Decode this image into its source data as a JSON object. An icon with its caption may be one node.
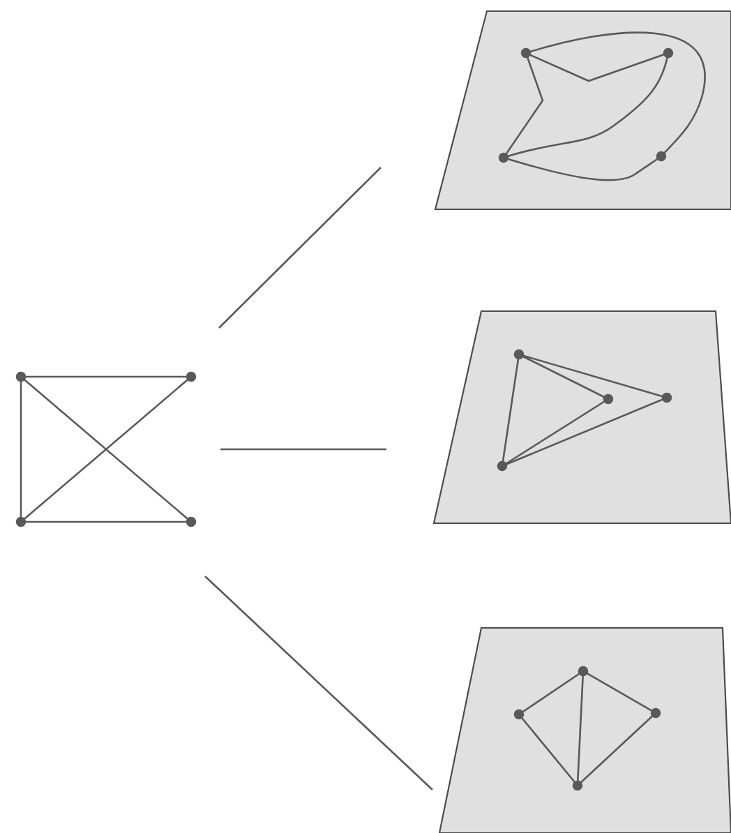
{
  "diagram": {
    "nodes": [
      {
        "text": [],
        "shape": "picture"
      },
      {
        "text": [],
        "shape": "picture"
      },
      {
        "text": [],
        "shape": "picture"
      },
      {
        "text": [],
        "shape": "picture"
      }
    ],
    "edges": [
      {
        "from": 0,
        "to": 1,
        "arrow": "none"
      },
      {
        "from": 0,
        "to": 2,
        "arrow": "none"
      },
      {
        "from": 0,
        "to": 3,
        "arrow": "none"
      }
    ]
  }
}
